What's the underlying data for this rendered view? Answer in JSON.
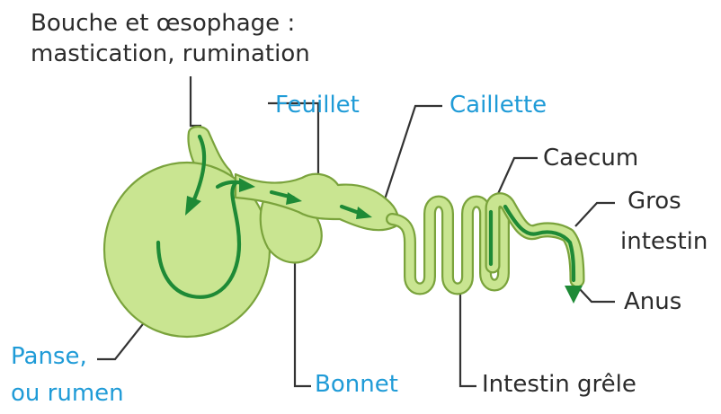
{
  "labels": {
    "mouth_line1": "Bouche et œsophage :",
    "mouth_line2": "mastication, rumination",
    "feuillet": "Feuillet",
    "caillette": "Caillette",
    "caecum": "Caecum",
    "gros_line1": "Gros",
    "gros_line2": "intestin",
    "anus": "Anus",
    "panse_line1": "Panse,",
    "panse_line2": "ou rumen",
    "bonnet": "Bonnet",
    "intestin_grele": "Intestin grêle"
  },
  "colors": {
    "organ_fill": "#c9e591",
    "organ_stroke": "#7aa33c",
    "arrow": "#1e8a36",
    "leader": "#333333",
    "dark_label": "#2b2b2b",
    "blue_label": "#1f9bd7"
  }
}
